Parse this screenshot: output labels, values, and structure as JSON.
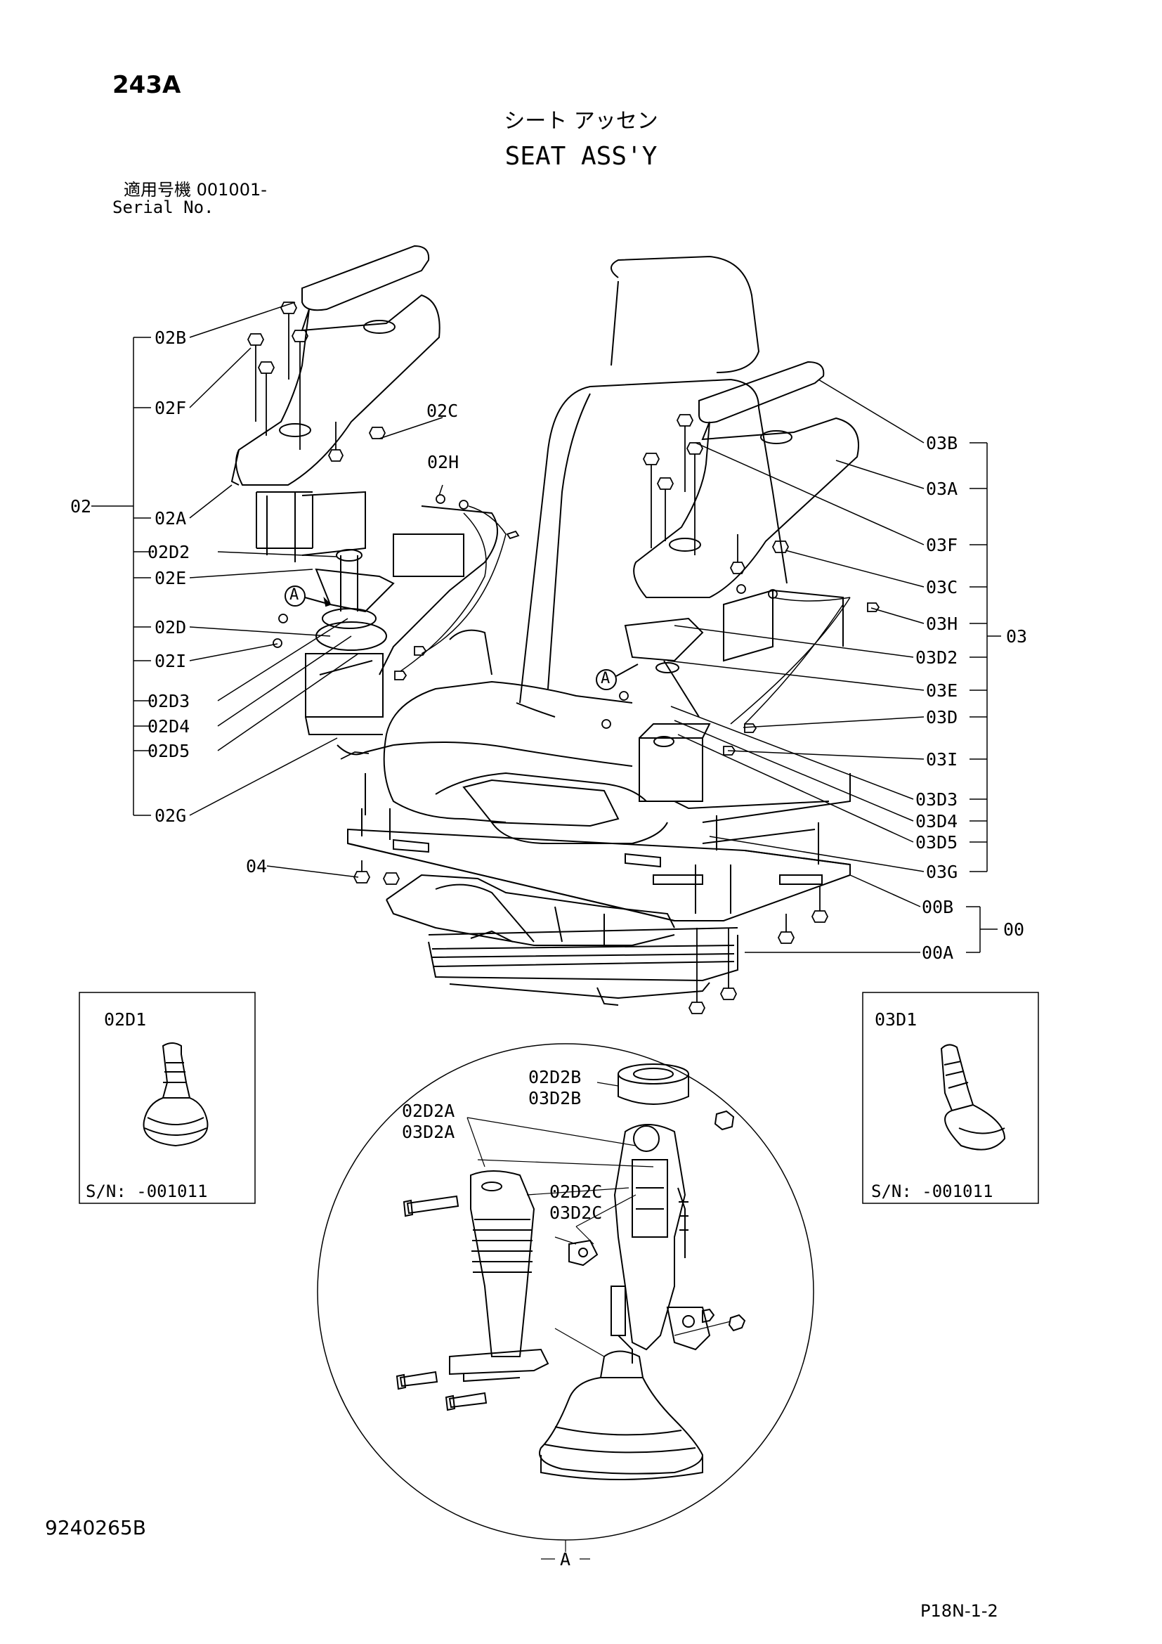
{
  "header": {
    "page_code": "243A",
    "title_jp": "シート アッセン",
    "title_en": "SEAT ASS'Y",
    "serial_jp": "適用号機  001001-",
    "serial_en": "Serial No."
  },
  "callouts_left": {
    "group": "02",
    "items": [
      "02B",
      "02F",
      "02C",
      "02H",
      "02A",
      "02D2",
      "02E",
      "02D",
      "02I",
      "02D3",
      "02D4",
      "02D5",
      "02G",
      "04"
    ]
  },
  "callouts_right": {
    "group": "03",
    "items": [
      "03B",
      "03A",
      "03F",
      "03C",
      "03H",
      "03D2",
      "03E",
      "03D",
      "03I",
      "03D3",
      "03D4",
      "03D5",
      "03G"
    ]
  },
  "callouts_base": {
    "group": "00",
    "items": [
      "00B",
      "00A"
    ]
  },
  "marker_a": "A",
  "inset_left": {
    "part": "02D1",
    "serial": "S/N: -001011"
  },
  "inset_right": {
    "part": "03D1",
    "serial": "S/N: -001011"
  },
  "detail_a": {
    "label": "A",
    "parts": {
      "b": [
        "02D2B",
        "03D2B"
      ],
      "a": [
        "02D2A",
        "03D2A"
      ],
      "c": [
        "02D2C",
        "03D2C"
      ]
    }
  },
  "footer": {
    "doc_number": "9240265B",
    "page_ref": "P18N-1-2"
  }
}
